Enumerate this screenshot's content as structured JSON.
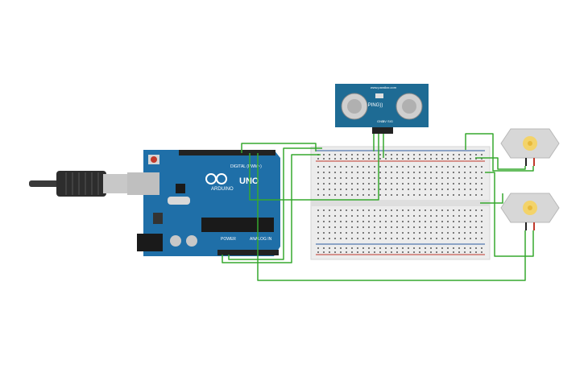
{
  "canvas": {
    "background": "#ffffff"
  },
  "arduino": {
    "brand": "ARDUINO",
    "model": "UNO",
    "digital_label": "DIGITAL (PWM~)",
    "power_label": "POWER",
    "analog_label": "ANALOG IN",
    "board_color": "#1f6fa8",
    "header_color": "#222222"
  },
  "sensor": {
    "name": "PING))",
    "site_text": "www.parallax.com",
    "board_color": "#1e6b94",
    "pin_labels": [
      "GND",
      "5V",
      "SIG"
    ]
  },
  "breadboard": {
    "color": "#ececec",
    "rail_red": "#c0392b",
    "rail_blue": "#2c5aa0"
  },
  "motors": [
    {
      "label": ""
    },
    {
      "label": ""
    }
  ],
  "usb_cable": {
    "color": "#2a2a2a"
  },
  "wires": {
    "color": "#36a82e"
  }
}
